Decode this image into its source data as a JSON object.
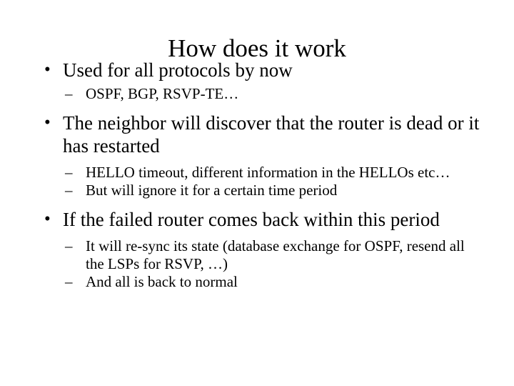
{
  "slide": {
    "title": "How does it work",
    "background_color": "#ffffff",
    "text_color": "#000000",
    "bullet_marker_level1": "•",
    "bullet_marker_level2": "–",
    "content": [
      {
        "level": 1,
        "text": "Used for all protocols by now"
      },
      {
        "level": 2,
        "text": "OSPF, BGP, RSVP-TE…"
      },
      {
        "level": 1,
        "text": "The neighbor will discover that the router is dead or it has restarted"
      },
      {
        "level": 2,
        "text": "HELLO timeout, different information in the HELLOs etc…"
      },
      {
        "level": 2,
        "text": "But will ignore it for a certain time period"
      },
      {
        "level": 1,
        "text": "If the failed router comes back within this period"
      },
      {
        "level": 2,
        "text": "It will re-sync its state (database exchange for OSPF, resend all the LSPs for RSVP, …)"
      },
      {
        "level": 2,
        "text": "And all is back to normal"
      }
    ]
  }
}
